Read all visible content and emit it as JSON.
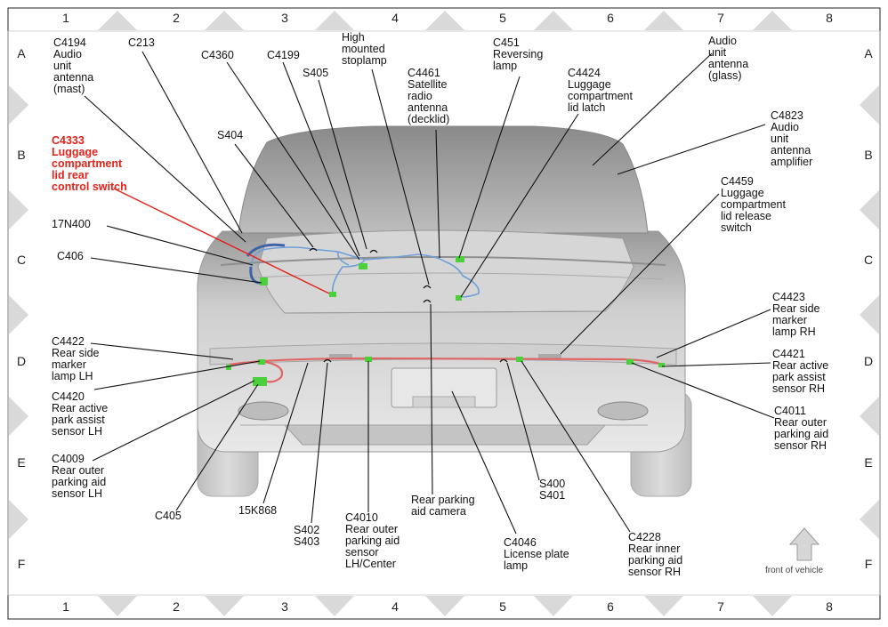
{
  "grid": {
    "columns": [
      "1",
      "2",
      "3",
      "4",
      "5",
      "6",
      "7",
      "8"
    ],
    "rows": [
      "A",
      "B",
      "C",
      "D",
      "E",
      "F"
    ]
  },
  "labels": {
    "c4194": "C4194\nAudio\nunit\nantenna\n(mast)",
    "c213": "C213",
    "c4360": "C4360",
    "c4199": "C4199",
    "s405": "S405",
    "high_stoplamp": "High\nmounted\nstoplamp",
    "c4461": "C4461\nSatellite\nradio\nantenna\n(decklid)",
    "c451": "C451\nReversing\nlamp",
    "c4424": "C4424\nLuggage\ncompartment\nlid latch",
    "antenna_glass": "Audio\nunit\nantenna\n(glass)",
    "c4823": "C4823\nAudio\nunit\nantenna\namplifier",
    "s404": "S404",
    "c4333": "C4333\nLuggage\ncompartment\nlid rear\ncontrol switch",
    "c4459": "C4459\nLuggage\ncompartment\nlid release\nswitch",
    "n17n400": "17N400",
    "c406": "C406",
    "c4423": "C4423\nRear side\nmarker\nlamp RH",
    "c4422": "C4422\nRear side\nmarker\nlamp LH",
    "c4421": "C4421\nRear active\npark assist\nsensor RH",
    "c4420": "C4420\nRear active\npark assist\nsensor LH",
    "c4011": "C4011\nRear outer\nparking aid\nsensor RH",
    "c4009": "C4009\nRear outer\nparking aid\nsensor LH",
    "c405": "C405",
    "n15k868": "15K868",
    "s402_s403": "S402\nS403",
    "c4010": "C4010\nRear outer\nparking aid\nsensor\nLH/Center",
    "rear_camera": "Rear parking\naid camera",
    "s400_s401": "S400\nS401",
    "c4046": "C4046\nLicense plate\nlamp",
    "c4228": "C4228\nRear inner\nparking aid\nsensor RH"
  },
  "front_note": "front of vehicle",
  "colors": {
    "highlight": "#e2231a",
    "connector": "#4ccf3c",
    "harness_blue": "#6f9fd8",
    "harness_red": "#e06666",
    "car_body": "#c9c9c9",
    "border_triangle": "#d9d9d9"
  }
}
